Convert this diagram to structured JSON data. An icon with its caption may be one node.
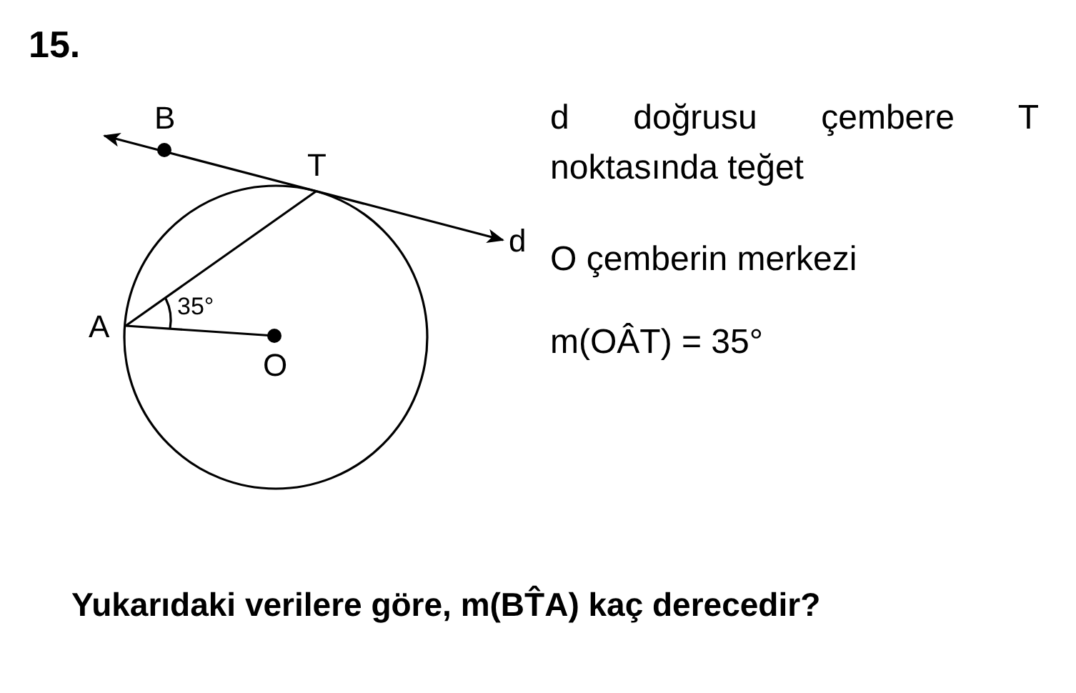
{
  "diagram": {
    "title": "15.",
    "caption": "Yukarıdaki verilere göre, m(BT̂A) kaç derecedir?",
    "labels": [
      "B",
      "T",
      "d",
      "A",
      "35°",
      "O",
      "d doğrusu çembere T noktasında teğet",
      "O çemberin merkezi",
      "m(OÂT) = 35°"
    ]
  }
}
